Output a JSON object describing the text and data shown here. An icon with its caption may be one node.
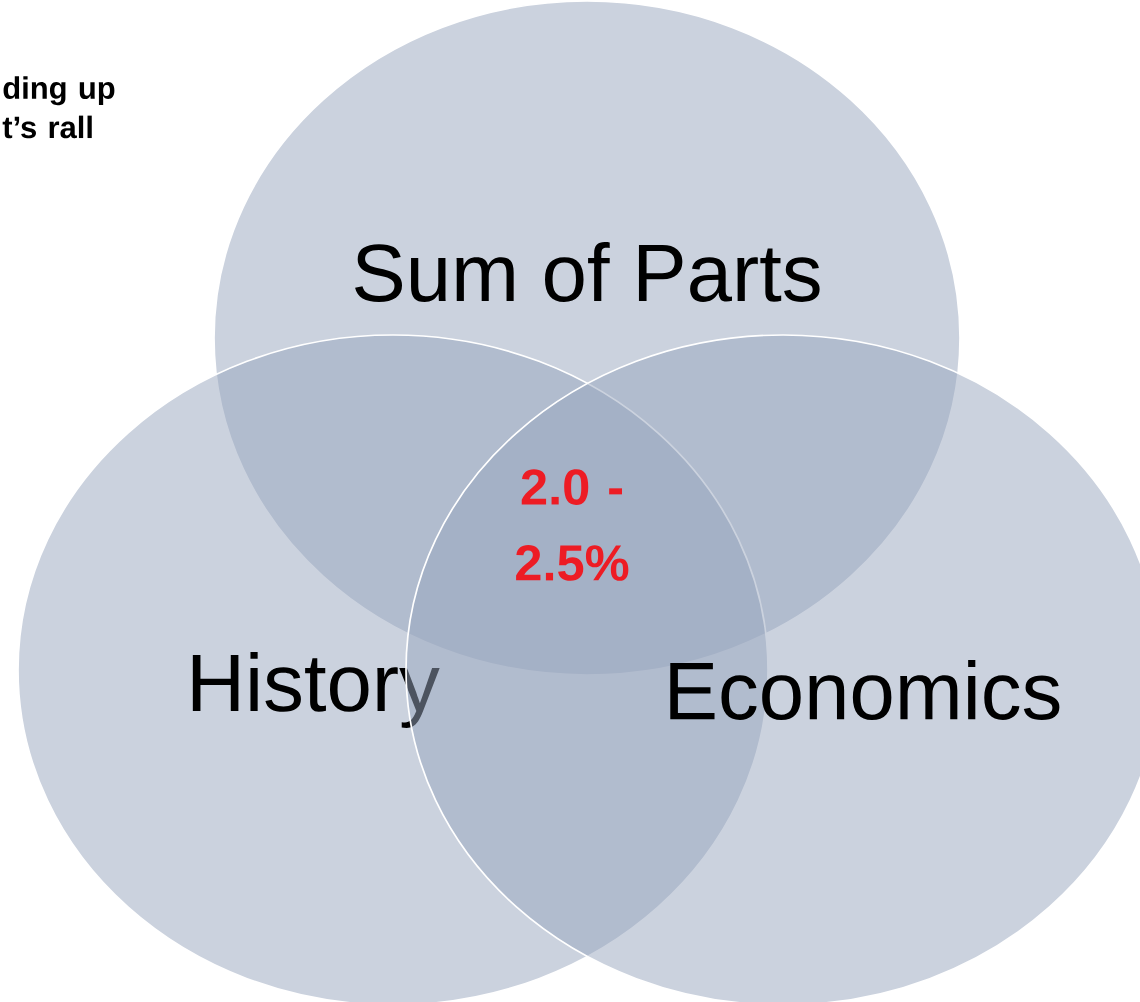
{
  "diagram": {
    "nodes": [
      {
        "text": [
          "Sum of Parts"
        ]
      },
      {
        "text": [
          "History"
        ]
      },
      {
        "text": [
          "Economics"
        ]
      }
    ],
    "labels": [
      "ding up t’s rall",
      "2.0 - 2.5%"
    ]
  }
}
